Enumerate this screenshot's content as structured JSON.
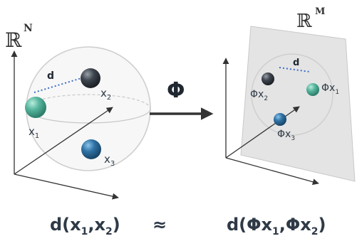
{
  "left_space": {
    "symbol": "ℝ",
    "dim": "N"
  },
  "right_space": {
    "symbol": "ℝ",
    "dim": "M"
  },
  "map_symbol": "Φ",
  "distance_label_left": "d",
  "distance_label_right": "d",
  "points_left": [
    {
      "name": "x",
      "sub": "1",
      "color": "#58b69e"
    },
    {
      "name": "x",
      "sub": "2",
      "color": "#3f464f"
    },
    {
      "name": "x",
      "sub": "3",
      "color": "#2f73a6"
    }
  ],
  "points_right": [
    {
      "name": "Φx",
      "sub": "1",
      "color": "#58b69e"
    },
    {
      "name": "Φx",
      "sub": "2",
      "color": "#3f464f"
    },
    {
      "name": "Φx",
      "sub": "3",
      "color": "#2f73a6"
    }
  ],
  "equation": {
    "left": {
      "pre": "d(x",
      "s1": "1",
      "mid": ",x",
      "s2": "2",
      "post": ")"
    },
    "approx": "≈",
    "right": {
      "pre": "d(Φx",
      "s1": "1",
      "mid": ",Φx",
      "s2": "2",
      "post": ")"
    }
  }
}
